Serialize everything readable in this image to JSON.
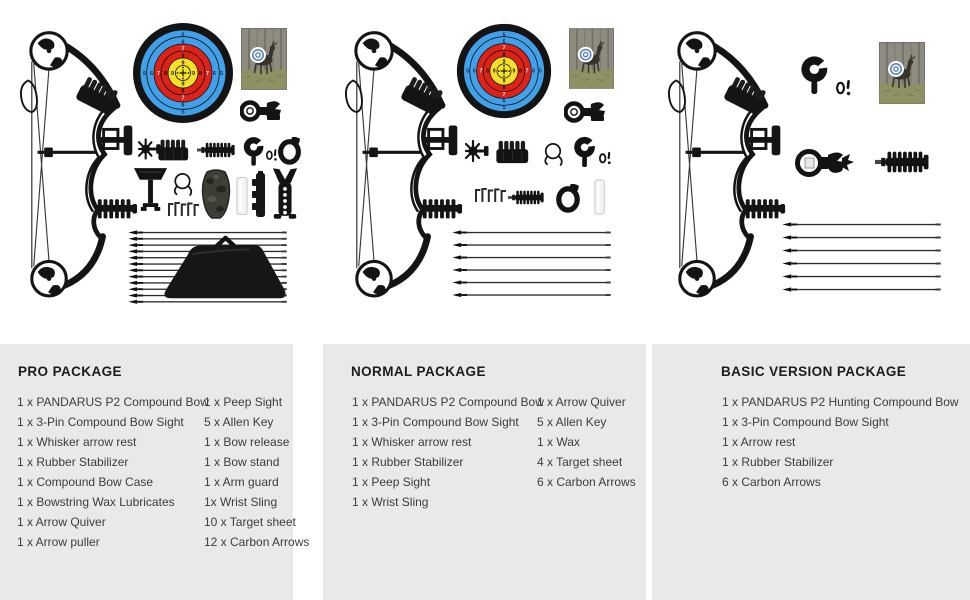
{
  "packages": [
    {
      "title": "PRO PACKAGE",
      "col1": [
        "1 x PANDARUS P2 Compound Bow",
        "1 x 3-Pin Compound Bow Sight",
        "1 x Whisker arrow rest",
        "1 x Rubber Stabilizer",
        "1 x Compound Bow Case",
        "1 x Bowstring Wax Lubricates",
        "1 x Arrow Quiver",
        "1 x Arrow puller"
      ],
      "col2": [
        "1 x Peep Sight",
        "5 x Allen Key",
        "1 x Bow release",
        "1 x Bow stand",
        "1 x Arm guard",
        "1x Wrist Sling",
        "10 x Target sheet",
        "12 x Carbon Arrows"
      ],
      "arrow_count": 12
    },
    {
      "title": "NORMAL PACKAGE",
      "col1": [
        "1 x PANDARUS P2 Compound Bow",
        "1 x 3-Pin Compound Bow Sight",
        "1 x Whisker arrow rest",
        "1 x Rubber Stabilizer",
        "1 x Peep Sight",
        "1 x Wrist Sling"
      ],
      "col2": [
        "1 x Arrow Quiver",
        "5 x Allen Key",
        "1 x  Wax",
        "4 x Target sheet",
        "6 x  Carbon Arrows"
      ],
      "arrow_count": 6
    },
    {
      "title": "BASIC VERSION PACKAGE",
      "col1": [
        "1 x PANDARUS P2 Hunting Compound Bow",
        "1 x 3-Pin Compound Bow Sight",
        "1 x Arrow rest",
        "1 x Rubber Stabilizer",
        "6 x Carbon Arrows"
      ],
      "col2": [],
      "arrow_count": 6
    }
  ],
  "target": {
    "rings": [
      "5",
      "6",
      "7",
      "8",
      "9"
    ],
    "colors": {
      "black": "#141414",
      "blue": "#41a0e8",
      "red": "#df2218",
      "yellow": "#f5e027"
    }
  },
  "photo_items": {
    "panel1": [
      "compound-bow",
      "archery-target-face",
      "camo-target-sheet",
      "bow-sight",
      "whisker-arrow-rest",
      "arrow-quiver-block",
      "rubber-stabilizer",
      "bow-release",
      "peep-sight-and-pin",
      "wrist-sling-ring",
      "bow-stand",
      "d-loop-wire",
      "allen-key-set",
      "arm-guard",
      "wax-tube",
      "arrow-puller",
      "y-bow-stand",
      "carbon-arrows",
      "bow-case"
    ],
    "panel2": [
      "compound-bow",
      "archery-target-face",
      "camo-target-sheet",
      "bow-sight",
      "whisker-arrow-rest",
      "arrow-quiver-block",
      "d-loop-wire",
      "bow-release",
      "peep-sight-and-pin",
      "allen-key-set",
      "rubber-stabilizer",
      "wrist-sling-ring",
      "wax-tube",
      "carbon-arrows"
    ],
    "panel3": [
      "compound-bow",
      "bow-release",
      "peep-sight-and-pin",
      "camo-target-sheet",
      "scope-bow-sight",
      "rubber-stabilizer",
      "carbon-arrows"
    ]
  }
}
